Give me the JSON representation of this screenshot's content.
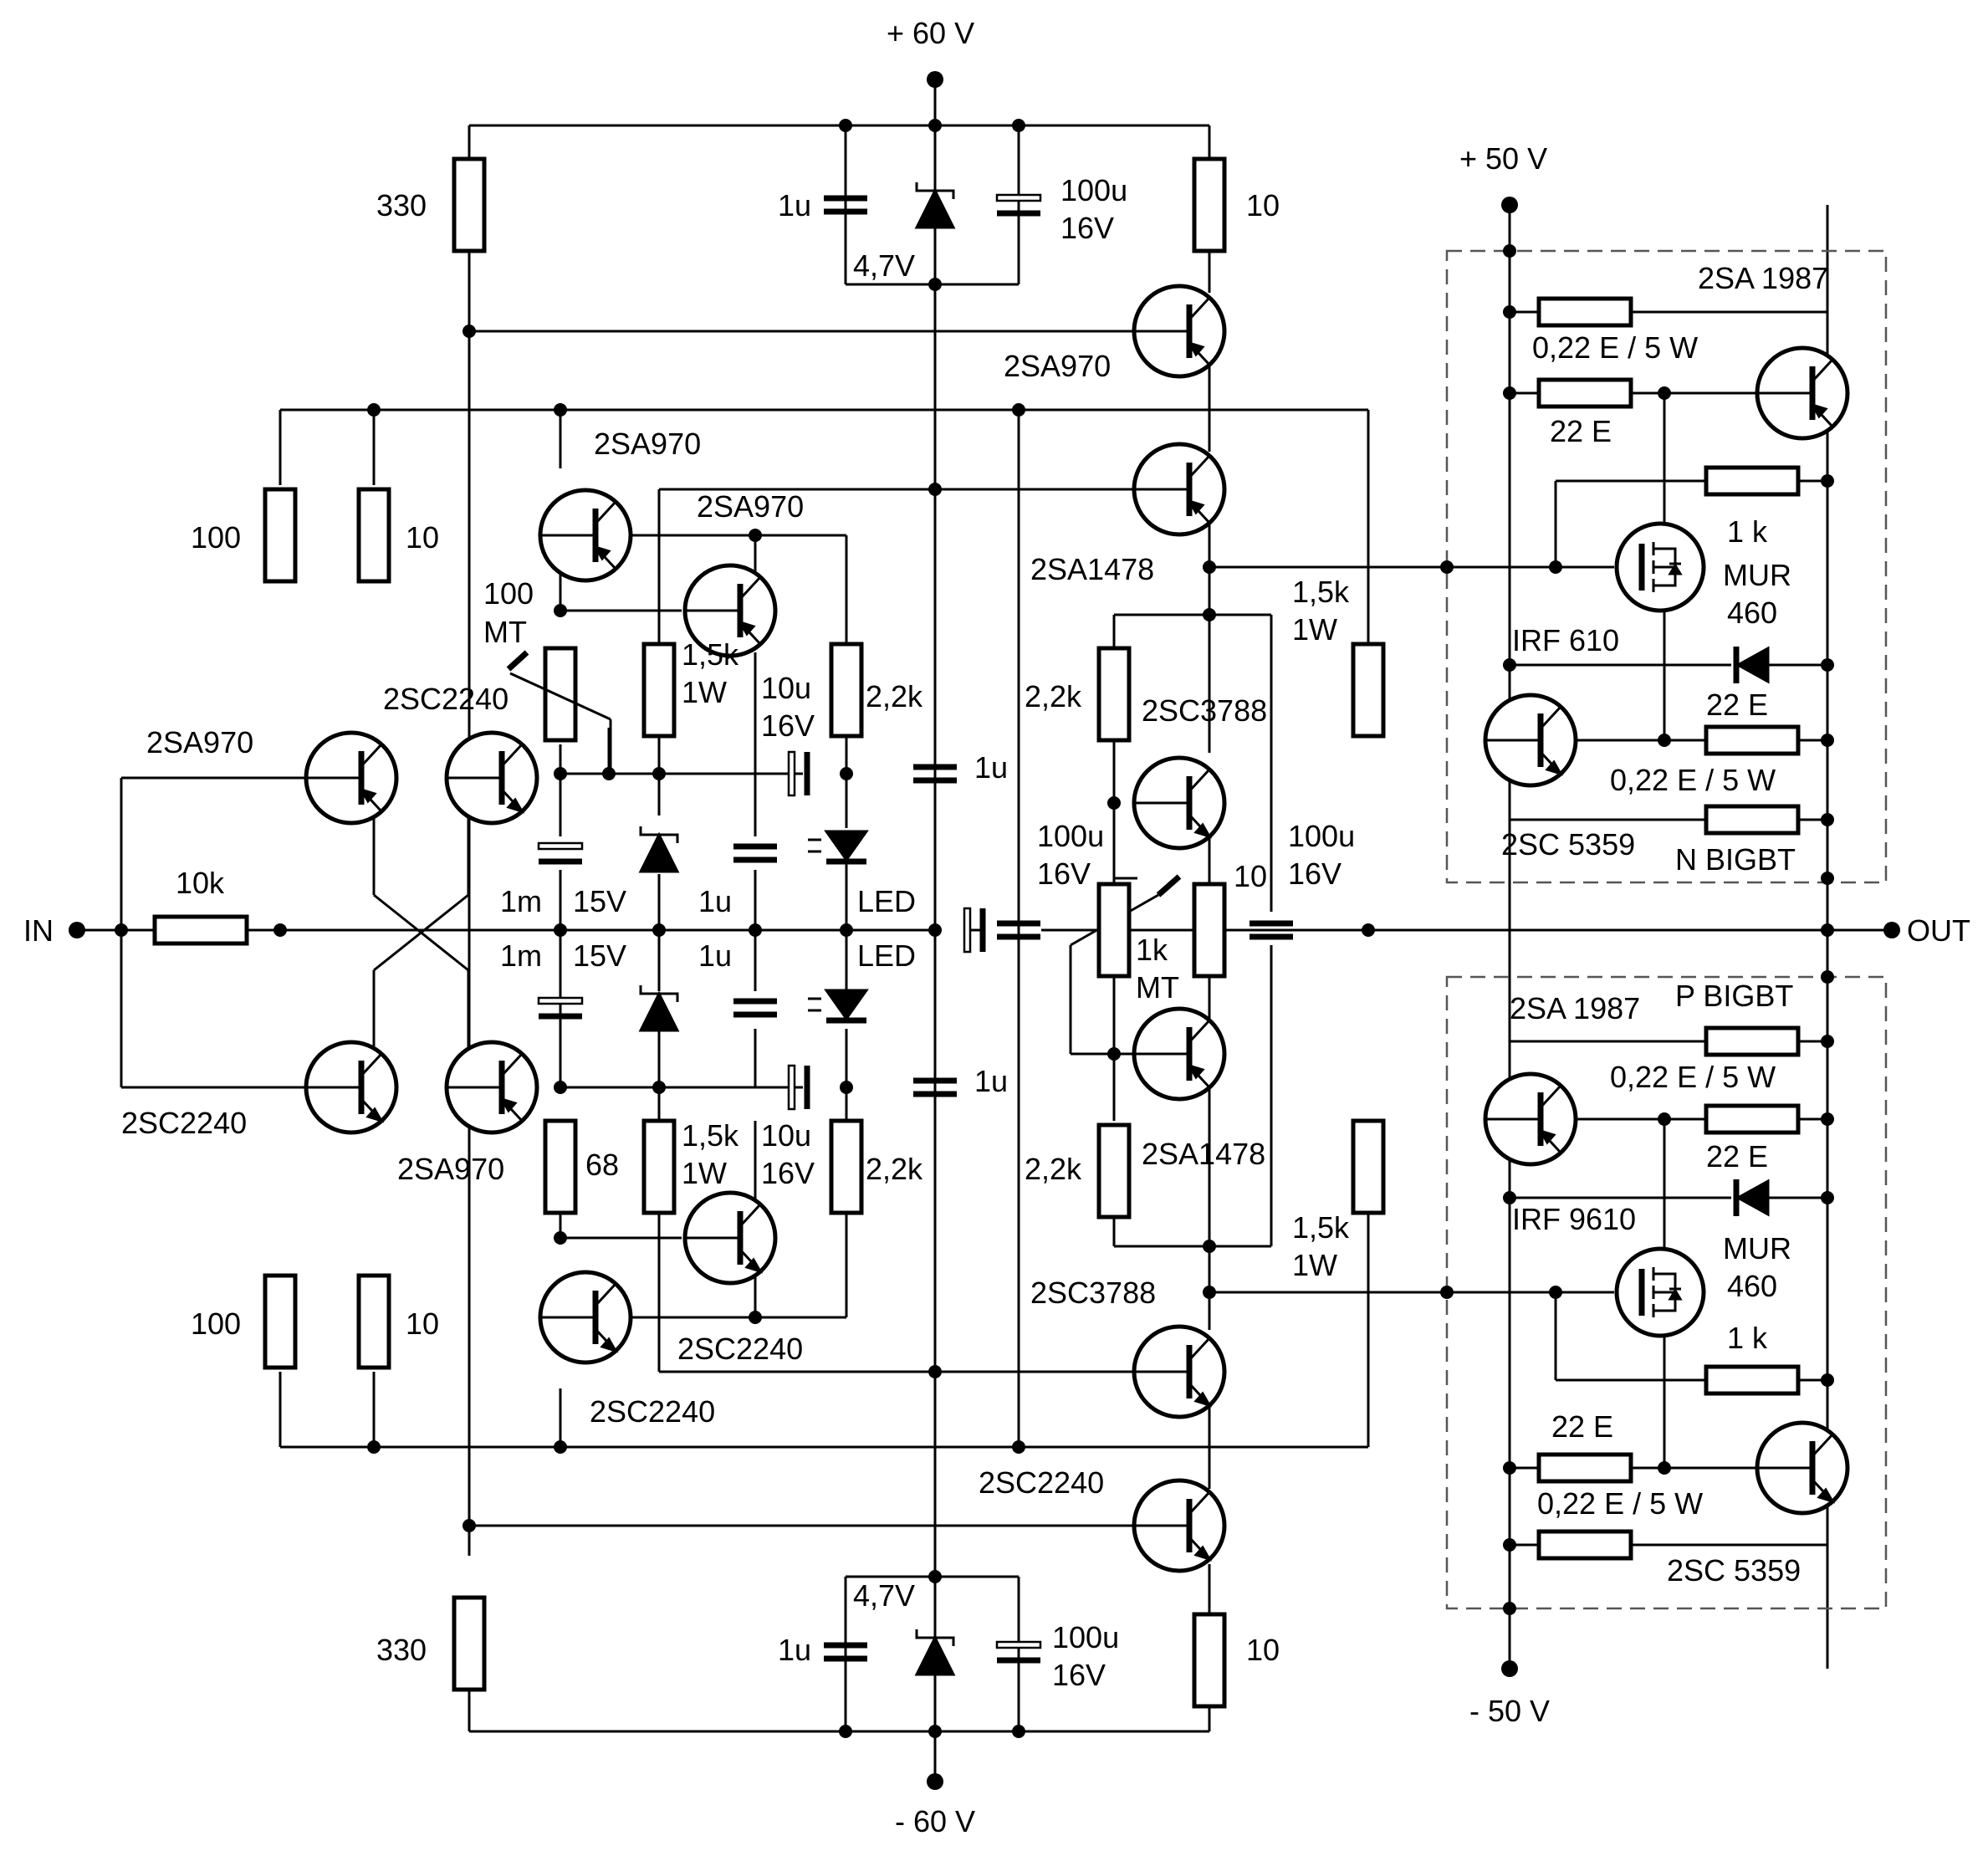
{
  "supply": {
    "pos60": "+ 60 V",
    "neg60": "- 60 V",
    "pos50": "+ 50 V",
    "neg50": "- 50 V"
  },
  "io": {
    "in": "IN",
    "out": "OUT"
  },
  "labels": {
    "r330_top": "330",
    "r330_bot": "330",
    "r10_top": "10",
    "r10_bot": "10",
    "c1u_top": "1u",
    "c1u_bot": "1u",
    "c100u_top": "100u",
    "c16v_top": "16V",
    "c100u_bot": "100u",
    "c16v_bot": "16V",
    "z47_top": "4,7V",
    "z47_bot": "4,7V",
    "q_2sa970_topright": "2SA970",
    "q_2sc2240_botright": "2SC2240",
    "q_2sa1478_top": "2SA1478",
    "q_2sc3788_bot": "2SC3788",
    "q_2sa970_midleft": "2SA970",
    "q_2sa970_mid2": "2SA970",
    "q_2sc2240_mid": "2SC2240",
    "q_2sc2240_mid2": "2SC2240",
    "q_2sa970_left": "2SA970",
    "q_2sc2240_left_upper": "2SC2240",
    "q_2sc2240_left_lower": "2SC2240",
    "q_2sa970_left_lower": "2SA970",
    "r100_upper": "100",
    "r10_upper": "10",
    "r100_lower": "100",
    "r10_lower": "10",
    "r10k": "10k",
    "trim100": "100",
    "trim100_mt": "MT",
    "r68": "68",
    "r15k_a": "1,5k",
    "r1w_a": "1W",
    "r15k_b": "1,5k",
    "r1w_b": "1W",
    "c10u_a": "10u",
    "c16v_a": "16V",
    "c10u_b": "10u",
    "c16v_b": "16V",
    "r22k_a": "2,2k",
    "r22k_b": "2,2k",
    "c1m_a": "1m",
    "c1m_b": "1m",
    "z15_a": "15V",
    "z15_b": "15V",
    "c1u_a": "1u",
    "c1u_b": "1u",
    "led_a": "LED",
    "led_b": "LED",
    "c1u_rail_a": "1u",
    "c1u_rail_b": "1u",
    "r22k_c": "2,2k",
    "r22k_d": "2,2k",
    "q_2sc3788_vbe": "2SC3788",
    "q_2sa1478_vbe": "2SA1478",
    "c100u_l": "100u",
    "c16v_l": "16V",
    "trim1k": "1k",
    "trim1k_mt": "MT",
    "r10_mid": "10",
    "c100u_r": "100u",
    "c16v_r": "16V",
    "r15k_c": "1,5k",
    "r1w_c": "1W",
    "r15k_d": "1,5k",
    "r1w_d": "1W",
    "up_2sa1987": "2SA 1987",
    "up_r022": "0,22 E / 5 W",
    "up_r22e": "22 E",
    "up_r1k": "1 k",
    "up_mur": "MUR",
    "up_mur_num": "460",
    "up_irf": "IRF 610",
    "up_r22e_b": "22 E",
    "up_r022_b": "0,22 E / 5 W",
    "up_2sc5359": "2SC 5359",
    "up_nbigbt": "N BIGBT",
    "lo_2sa1987": "2SA 1987",
    "lo_pbigbt": "P BIGBT",
    "lo_r022": "0,22 E / 5 W",
    "lo_r22e": "22 E",
    "lo_irf": "IRF 9610",
    "lo_mur": "MUR",
    "lo_mur_num": "460",
    "lo_r1k": "1 k",
    "lo_r22e_b": "22 E",
    "lo_r022_b": "0,22 E / 5 W",
    "lo_2sc5359": "2SC 5359"
  }
}
